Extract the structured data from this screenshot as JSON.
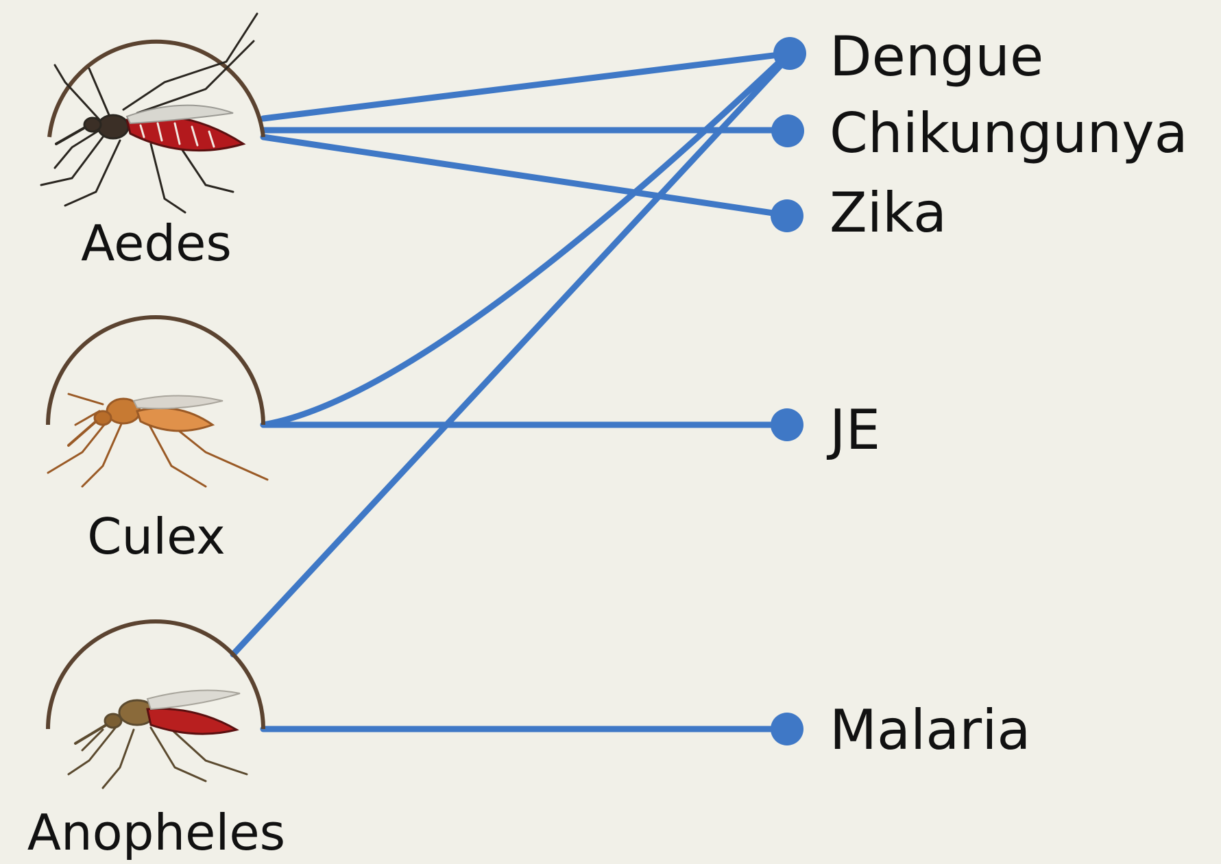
{
  "colors": {
    "background": "#f1f0e8",
    "link": "#3f78c6",
    "node": "#3f78c6",
    "arc": "#5b4330",
    "text": "#111111"
  },
  "vectors": [
    {
      "id": "aedes",
      "label": "Aedes",
      "icon": "aedes-mosquito-icon"
    },
    {
      "id": "culex",
      "label": "Culex",
      "icon": "culex-mosquito-icon"
    },
    {
      "id": "anopheles",
      "label": "Anopheles",
      "icon": "anopheles-mosquito-icon"
    }
  ],
  "diseases": [
    {
      "id": "dengue",
      "label": "Dengue"
    },
    {
      "id": "chikungunya",
      "label": "Chikungunya"
    },
    {
      "id": "zika",
      "label": "Zika"
    },
    {
      "id": "je",
      "label": "JE"
    },
    {
      "id": "malaria",
      "label": "Malaria"
    }
  ],
  "links": [
    {
      "from": "aedes",
      "to": "dengue"
    },
    {
      "from": "aedes",
      "to": "chikungunya"
    },
    {
      "from": "aedes",
      "to": "zika"
    },
    {
      "from": "culex",
      "to": "dengue"
    },
    {
      "from": "culex",
      "to": "je"
    },
    {
      "from": "anopheles",
      "to": "dengue"
    },
    {
      "from": "anopheles",
      "to": "malaria"
    }
  ]
}
